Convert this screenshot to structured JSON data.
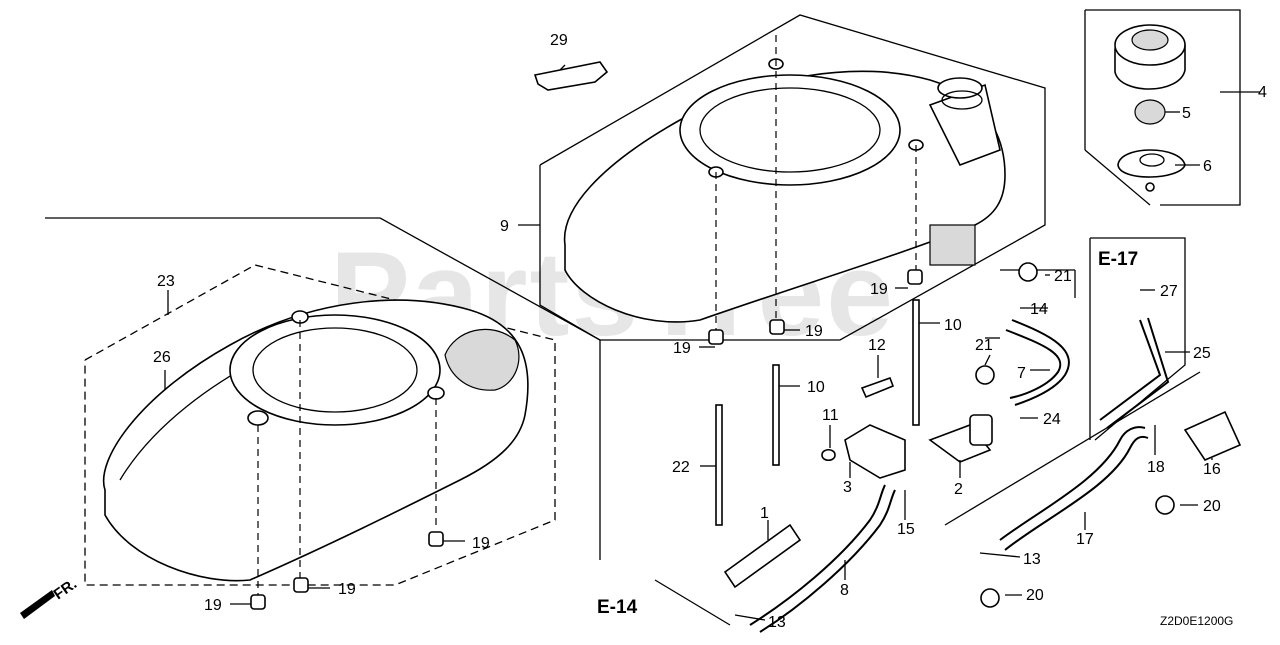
{
  "watermark": "PartsTree",
  "diagram_code": "Z2D0E1200G",
  "front_label": "FR.",
  "references": {
    "e17": "E-17",
    "e14": "E-14"
  },
  "callouts": {
    "p1": "1",
    "p2": "2",
    "p3": "3",
    "p4": "4",
    "p5": "5",
    "p6": "6",
    "p7": "7",
    "p8": "8",
    "p9": "9",
    "p10a": "10",
    "p10b": "10",
    "p11": "11",
    "p12": "12",
    "p13a": "13",
    "p13b": "13",
    "p14": "14",
    "p15": "15",
    "p16": "16",
    "p17": "17",
    "p18": "18",
    "p19a": "19",
    "p19b": "19",
    "p19c": "19",
    "p19d": "19",
    "p19e": "19",
    "p19f": "19",
    "p20a": "20",
    "p20b": "20",
    "p21a": "21",
    "p21b": "21",
    "p22": "22",
    "p23": "23",
    "p24": "24",
    "p25": "25",
    "p26": "26",
    "p27": "27",
    "p29": "29"
  }
}
